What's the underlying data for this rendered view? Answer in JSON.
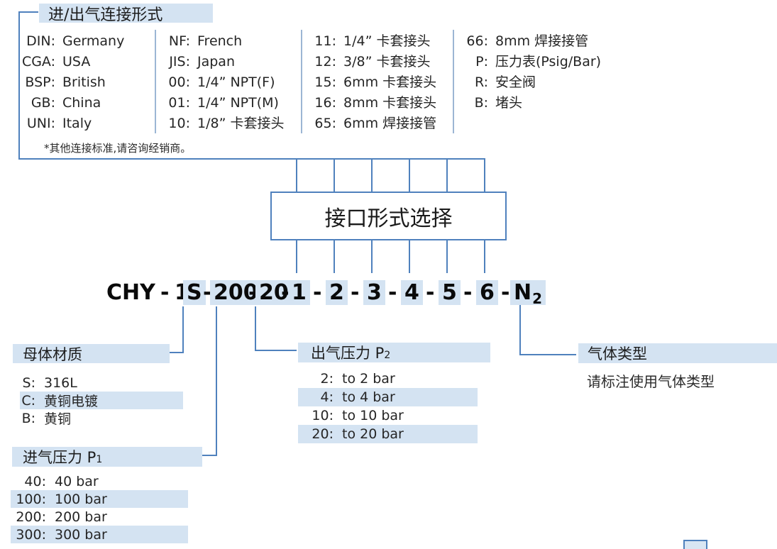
{
  "connection_section": {
    "title": "进/出气连接形式",
    "note": "*其他连接标准,请咨询经销商。",
    "columns": [
      {
        "entries": [
          {
            "code": "DIN:",
            "value": "Germany"
          },
          {
            "code": "CGA:",
            "value": "USA"
          },
          {
            "code": "BSP:",
            "value": "British"
          },
          {
            "code": "GB:",
            "value": "China"
          },
          {
            "code": "UNI:",
            "value": "Italy"
          }
        ]
      },
      {
        "entries": [
          {
            "code": "NF:",
            "value": "French"
          },
          {
            "code": "JIS:",
            "value": "Japan"
          },
          {
            "code": "00:",
            "value": "1/4”  NPT(F)"
          },
          {
            "code": "01:",
            "value": "1/4”  NPT(M)"
          },
          {
            "code": "10:",
            "value": "1/8”  卡套接头"
          }
        ]
      },
      {
        "entries": [
          {
            "code": "11:",
            "value": "1/4”  卡套接头"
          },
          {
            "code": "12:",
            "value": "3/8”  卡套接头"
          },
          {
            "code": "15:",
            "value": "6mm 卡套接头"
          },
          {
            "code": "16:",
            "value": "8mm 卡套接头"
          },
          {
            "code": "65:",
            "value": "6mm 焊接接管"
          }
        ]
      },
      {
        "entries": [
          {
            "code": "66:",
            "value": "8mm 焊接接管"
          },
          {
            "code": "P:",
            "value": "压力表(Psig/Bar)"
          },
          {
            "code": "R:",
            "value": "安全阀"
          },
          {
            "code": "B:",
            "value": "堵头"
          }
        ]
      }
    ]
  },
  "selector_box": {
    "label": "接口形式选择"
  },
  "model_code": {
    "full": "CHY - 1S -200- 20 - 1 - 2 - 3 - 4 - 5 - 6 - N2",
    "segments": [
      {
        "text": "CHY",
        "highlight": false
      },
      {
        "text": "-",
        "highlight": false
      },
      {
        "text": "1",
        "highlight": false
      },
      {
        "text": "S",
        "highlight": true
      },
      {
        "text": "-",
        "highlight": false
      },
      {
        "text": "200",
        "highlight": true
      },
      {
        "text": "-",
        "highlight": false
      },
      {
        "text": "20",
        "highlight": true
      },
      {
        "text": "-",
        "highlight": false
      },
      {
        "text": "1",
        "highlight": true
      },
      {
        "text": "-",
        "highlight": false
      },
      {
        "text": "2",
        "highlight": true
      },
      {
        "text": "-",
        "highlight": false
      },
      {
        "text": "3",
        "highlight": true
      },
      {
        "text": "-",
        "highlight": false
      },
      {
        "text": "4",
        "highlight": true
      },
      {
        "text": "-",
        "highlight": false
      },
      {
        "text": "5",
        "highlight": true
      },
      {
        "text": "-",
        "highlight": false
      },
      {
        "text": "6",
        "highlight": true
      },
      {
        "text": "-",
        "highlight": false
      },
      {
        "text": "N",
        "highlight": true,
        "sub": "2"
      }
    ]
  },
  "sections": {
    "body_material": {
      "title": "母体材质",
      "items": [
        {
          "code": "S:",
          "value": "316L",
          "highlight": false
        },
        {
          "code": "C:",
          "value": "黄铜电镀",
          "highlight": true
        },
        {
          "code": "B:",
          "value": "黄铜",
          "highlight": false
        }
      ]
    },
    "inlet_pressure": {
      "title": "进气压力 P",
      "title_sub": "1",
      "items": [
        {
          "code": "40:",
          "value": "40 bar",
          "highlight": false
        },
        {
          "code": "100:",
          "value": "100 bar",
          "highlight": true
        },
        {
          "code": "200:",
          "value": "200 bar",
          "highlight": false
        },
        {
          "code": "300:",
          "value": "300 bar",
          "highlight": true
        }
      ]
    },
    "outlet_pressure": {
      "title": "出气压力 P",
      "title_sub": "2",
      "items": [
        {
          "code": "2:",
          "value": "to 2 bar",
          "highlight": false
        },
        {
          "code": "4:",
          "value": "to 4 bar",
          "highlight": true
        },
        {
          "code": "10:",
          "value": "to 10 bar",
          "highlight": false
        },
        {
          "code": "20:",
          "value": "to 20 bar",
          "highlight": true
        }
      ]
    },
    "gas_type": {
      "title": "气体类型",
      "note": "请标注使用气体类型"
    }
  },
  "colors": {
    "highlight": "#d4e3f2",
    "line": "#4f81bd",
    "divider": "#9cb6d4"
  }
}
